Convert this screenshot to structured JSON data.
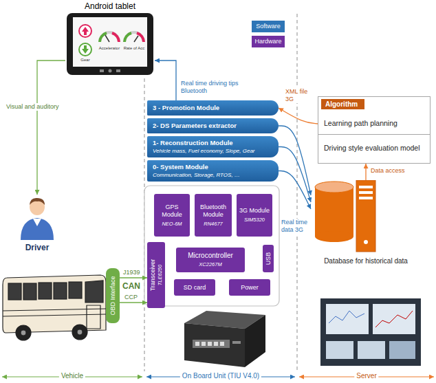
{
  "diagram": {
    "nodes": [
      {
        "text": [
          "Android tablet"
        ]
      },
      {
        "text": [
          "3 - Promotion Module"
        ]
      },
      {
        "text": [
          "2- DS Parameters extractor"
        ]
      },
      {
        "text": [
          "1- Reconstruction Module",
          "Vehicle mass, Fuel economy, Slope, Gear"
        ]
      },
      {
        "text": [
          "0- System Module",
          "Communication, Storage, RTOS, …"
        ]
      },
      {
        "text": [
          "Algorithm"
        ]
      },
      {
        "text": [
          "Learning path planning"
        ],
        "in": 5
      },
      {
        "text": [
          "Driving style evaluation model"
        ],
        "in": 5
      },
      {
        "text": [
          "Driver"
        ]
      },
      {
        "text": [
          "Database for historical data"
        ]
      },
      {
        "text": [
          "GPS Module",
          "NEO-6M"
        ]
      },
      {
        "text": [
          "Bluetooth Module",
          "RN4677"
        ]
      },
      {
        "text": [
          "3G Module",
          "SIM5320"
        ]
      },
      {
        "text": [
          "Transceiver",
          "TLE6250"
        ]
      },
      {
        "text": [
          "Microcontroller",
          "XC2267M"
        ]
      },
      {
        "text": [
          "USB"
        ]
      },
      {
        "text": [
          "SD card"
        ]
      },
      {
        "text": [
          "Power"
        ]
      },
      {
        "text": [
          "OBD Interface"
        ]
      }
    ],
    "edges": [
      {
        "from": 1,
        "to": 0,
        "arrow": "to",
        "label": "Real time driving tips Bluetooth"
      },
      {
        "from": 0,
        "to": 8,
        "arrow": "to",
        "label": "Visual and auditory"
      },
      {
        "from": 5,
        "to": 1,
        "arrow": "to",
        "label": "XML file 3G"
      },
      {
        "from": 2,
        "to": 9,
        "arrow": "to"
      },
      {
        "from": 3,
        "to": 9,
        "arrow": "to"
      },
      {
        "from": 4,
        "to": 9,
        "arrow": "to",
        "label": "Real time data 3G"
      },
      {
        "from": 9,
        "to": 5,
        "arrow": "to",
        "label": "Data access"
      },
      {
        "from": 18,
        "to": 13,
        "arrow": "to",
        "label": "J1939"
      },
      {
        "from": 18,
        "to": 13,
        "arrow": "to",
        "label": "CCP"
      }
    ],
    "labels": [
      "Gear",
      "Accelerator",
      "Rate of Acc",
      "CAN",
      "Vehicle",
      "On Board Unit (TIU V4.0)",
      "Server"
    ],
    "legend": [
      {
        "text": "Software",
        "color": "#2E75B6"
      },
      {
        "text": "Hardware",
        "color": "#7030A0"
      }
    ]
  }
}
